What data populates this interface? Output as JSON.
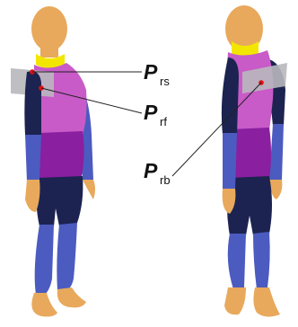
{
  "labels": {
    "rs": {
      "main": "P",
      "sub": "rs"
    },
    "rf": {
      "main": "P",
      "sub": "rf"
    },
    "rb": {
      "main": "P",
      "sub": "rb"
    }
  },
  "colors": {
    "skin": "#E8A95C",
    "skin_shade": "#C98A44",
    "collar": "#F2E600",
    "shirt": "#C85BC8",
    "shirt_shade": "#A844A8",
    "belly": "#8A1FA0",
    "legs": "#1C2350",
    "sleeves": "#1C2350",
    "arm_lower": "#4C5BC0",
    "plane": "#B8B8BC",
    "marker": "#E01010",
    "leader": "#222222"
  }
}
